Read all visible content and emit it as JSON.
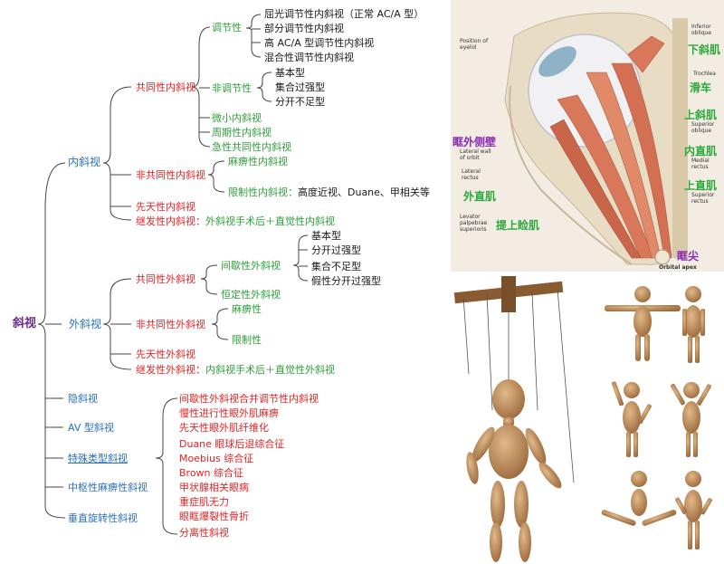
{
  "root": {
    "label": "斜视"
  },
  "esotropia": {
    "label": "内斜视",
    "comitant": {
      "label": "共同性内斜视",
      "accommodative": {
        "label": "调节性",
        "items": [
          "屈光调节性内斜视（正常 AC/A 型）",
          "部分调节性内斜视",
          "高 AC/A 型调节性内斜视",
          "混合性调节性内斜视"
        ]
      },
      "non_accommodative": {
        "label": "非调节性",
        "items": [
          "基本型",
          "集合过强型",
          "分开不足型"
        ]
      },
      "others": [
        "微小内斜视",
        "周期性内斜视",
        "急性共同性内斜视"
      ]
    },
    "incomitant": {
      "label": "非共同性内斜视",
      "paralytic": "麻痹性内斜视",
      "restrictive": "限制性内斜视：",
      "restrictive_detail": "高度近视、Duane、甲相关等"
    },
    "congenital": "先天性内斜视",
    "secondary": "继发性内斜视：",
    "secondary_detail": "外斜视手术后＋直觉性内斜视"
  },
  "exotropia": {
    "label": "外斜视",
    "comitant": {
      "label": "共同性外斜视",
      "intermittent": {
        "label": "间歇性外斜视",
        "items": [
          "基本型",
          "分开过强型",
          "集合不足型",
          "假性分开过强型"
        ]
      },
      "constant": "恒定性外斜视"
    },
    "incomitant": {
      "label": "非共同性外斜视",
      "items": [
        "麻痹性",
        "限制性"
      ]
    },
    "congenital": "先天性外斜视",
    "secondary": "继发性外斜视：",
    "secondary_detail": "内斜视手术后＋直觉性外斜视"
  },
  "other_types": [
    {
      "label": "隐斜视",
      "underline": false
    },
    {
      "label": "AV 型斜视",
      "underline": false
    },
    {
      "label": "特殊类型斜视",
      "underline": true
    },
    {
      "label": "中枢性麻痹性斜视",
      "underline": false
    },
    {
      "label": "垂直旋转性斜视",
      "underline": false
    }
  ],
  "special_items": [
    "间歇性外斜视合并调节性内斜视",
    "慢性进行性眼外肌麻痹",
    "先天性眼外肌纤维化",
    "Duane 眼球后退综合征",
    "Moebius 综合征",
    "Brown 综合征",
    "甲状腺相关眼病",
    "重症肌无力",
    "眼眶爆裂性骨折",
    "分离性斜视"
  ],
  "anatomy": {
    "small_labels": {
      "eyelid": "Position of\neyelid",
      "inferior_oblique": "Inferior\noblique",
      "trochlea": "Trochlea",
      "superior_oblique": "Superior\noblique",
      "medial_rectus": "Medial\nrectus",
      "superior_rectus": "Superior\nrectus",
      "lateral_wall": "Lateral wall\nof orbit",
      "lateral_rectus": "Lateral\nrectus",
      "levator": "Levator\npalpebrae\nsuperioris",
      "orbital_apex": "Orbital apex"
    },
    "big_labels": {
      "inferior_oblique": "下斜肌",
      "trochlea": "滑车",
      "superior_oblique": "上斜肌",
      "medial_rectus": "内直肌",
      "superior_rectus": "上直肌",
      "lateral_wall": "眶外侧壁",
      "lateral_rectus": "外直肌",
      "levator": "提上睑肌",
      "apex": "眶尖"
    }
  },
  "colors": {
    "green": "#2e9e3a",
    "red": "#e02424",
    "blue": "#2a6fbd",
    "purple": "#6a2a8a",
    "muscle": "#d9775a",
    "wood": "#b8875a"
  }
}
